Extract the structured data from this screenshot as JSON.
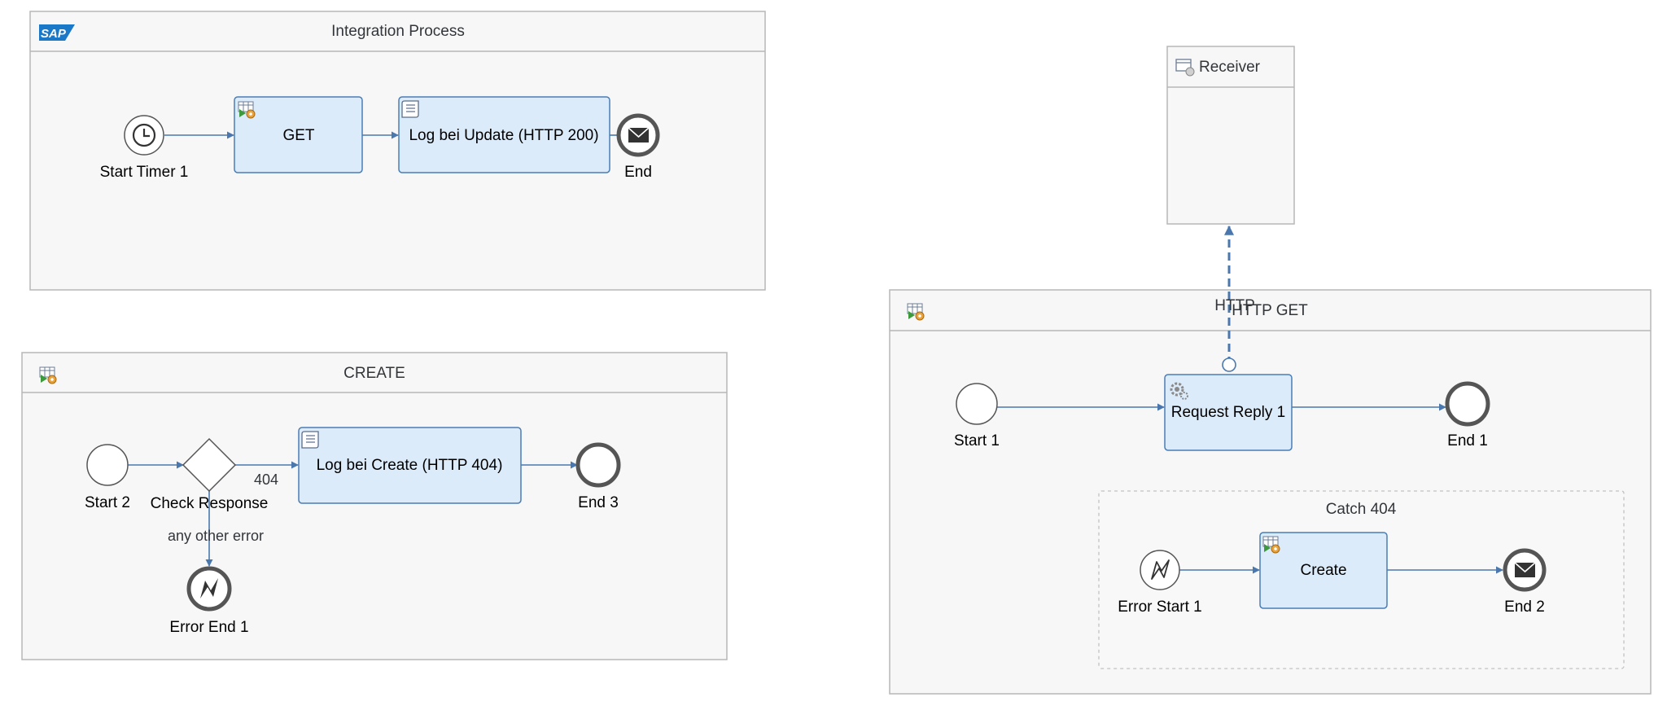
{
  "pools": {
    "integration": {
      "title": "Integration Process",
      "logo": "SAP"
    },
    "create": {
      "title": "CREATE"
    },
    "httpget": {
      "title": "HTTP GET"
    }
  },
  "receiver": {
    "title": "Receiver",
    "connection_label": "HTTP"
  },
  "integration_flow": {
    "start": "Start Timer 1",
    "task_get": "GET",
    "task_log": "Log bei Update (HTTP 200)",
    "end": "End"
  },
  "create_flow": {
    "start": "Start 2",
    "gateway": "Check Response",
    "route_404": "404",
    "route_other": "any other error",
    "task_log": "Log bei Create (HTTP 404)",
    "end": "End 3",
    "error_end": "Error End 1"
  },
  "httpget_flow": {
    "start": "Start 1",
    "task_request": "Request Reply 1",
    "end": "End 1",
    "subprocess": "Catch 404",
    "error_start": "Error Start 1",
    "task_create": "Create",
    "end2": "End 2"
  },
  "colors": {
    "pool_fill": "#f7f7f7",
    "pool_border": "#b7b7b7",
    "task_fill": "#dcebfa",
    "task_border": "#4a7db5",
    "edge": "#4a78ae",
    "event_border": "#555555"
  }
}
